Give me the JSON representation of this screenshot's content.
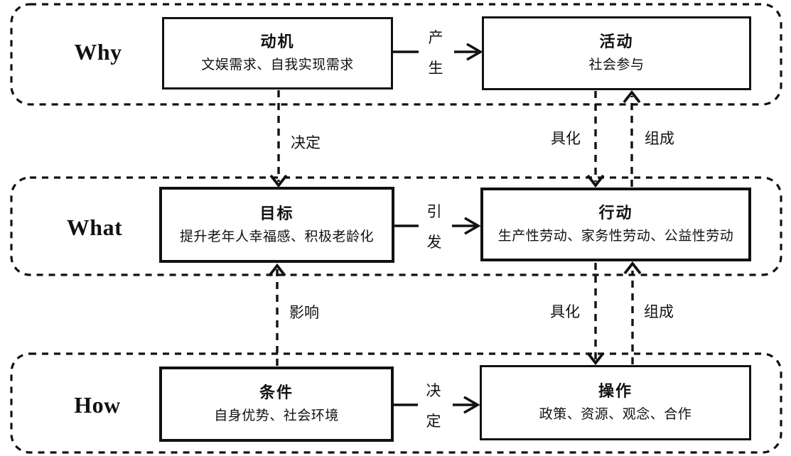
{
  "colors": {
    "ink": "#111111",
    "background": "#ffffff"
  },
  "rows": [
    {
      "frame_label": "Why",
      "left": {
        "title": "动机",
        "subtitle": "文娱需求、自我实现需求"
      },
      "h_arrow": {
        "label": "产生",
        "direction": "right",
        "from": "动机",
        "to": "活动"
      },
      "right": {
        "title": "活动",
        "subtitle": "社会参与"
      }
    },
    {
      "frame_label": "What",
      "left": {
        "title": "目标",
        "subtitle": "提升老年人幸福感、积极老龄化"
      },
      "h_arrow": {
        "label": "引发",
        "direction": "right",
        "from": "目标",
        "to": "行动"
      },
      "right": {
        "title": "行动",
        "subtitle": "生产性劳动、家务性劳动、公益性劳动"
      }
    },
    {
      "frame_label": "How",
      "left": {
        "title": "条件",
        "subtitle": "自身优势、社会环境"
      },
      "h_arrow": {
        "label": "决定",
        "direction": "right",
        "from": "条件",
        "to": "操作"
      },
      "right": {
        "title": "操作",
        "subtitle": "政策、资源、观念、合作"
      }
    }
  ],
  "v_arrows": [
    {
      "label": "决定",
      "direction": "down",
      "from": "动机",
      "to": "目标"
    },
    {
      "label": "具化",
      "direction": "down",
      "from": "活动",
      "to": "行动"
    },
    {
      "label": "组成",
      "direction": "up",
      "from": "行动",
      "to": "活动"
    },
    {
      "label": "影响",
      "direction": "up",
      "from": "条件",
      "to": "目标"
    },
    {
      "label": "具化",
      "direction": "down",
      "from": "行动",
      "to": "操作"
    },
    {
      "label": "组成",
      "direction": "up",
      "from": "操作",
      "to": "行动"
    }
  ]
}
